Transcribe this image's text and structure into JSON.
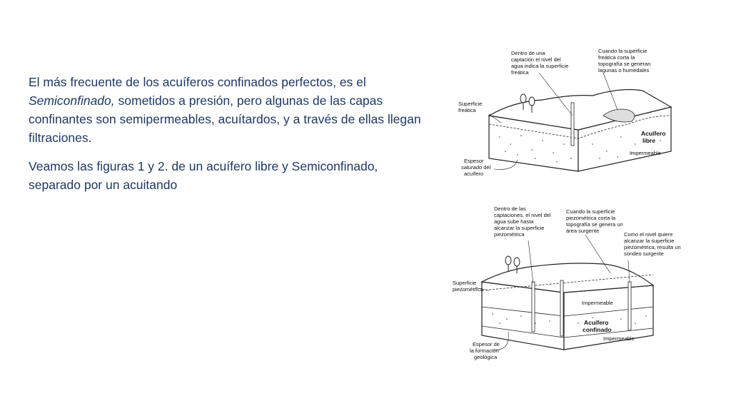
{
  "paragraph1": {
    "part1": "El más frecuente de los acuíferos confinados perfectos, es el ",
    "italic": "Semiconfinado,",
    "part2": " sometidos a presión,  pero algunas de las capas  confinantes son semipermeables, acuítardos, y a través de  ellas llegan filtraciones."
  },
  "paragraph2": "Veamos las figuras 1 y 2. de un acuífero libre y Semiconfinado, separado por un  acuitando",
  "figure1": {
    "label_dentro": [
      "Dentro de una",
      "captación el nivel del",
      "agua indica la superficie",
      "freática"
    ],
    "label_cuando": [
      "Cuando la superficie",
      "freática corta la",
      "topografía se generan",
      "lagunas o humedales"
    ],
    "label_superficie": [
      "Superficie",
      "freática"
    ],
    "label_acuifero": [
      "Acuífero",
      "libre"
    ],
    "label_impermeable": "Impermeable",
    "label_espesor_1": "Espesor",
    "label_espesor_2": "saturado",
    "label_espesor_2b": " del",
    "label_espesor_3": "acuífero"
  },
  "figure2": {
    "label_dentro": [
      "Dentro de las",
      "captaciones, el nivel del",
      "agua sube hasta",
      "alcanzar la superficie",
      "piezométrica"
    ],
    "label_cuando": [
      "Cuando la superficie",
      "piezométrica corta la",
      "topografía se genera un",
      "área surgente"
    ],
    "label_como": [
      "Como el nivel quiere",
      "alcanzar la superficie",
      "piezométrica, resulta un",
      "sondeo surgente"
    ],
    "label_superficie": [
      "Superficie",
      "piezométrica"
    ],
    "label_impermeable_top": "Impermeable",
    "label_acuifero": [
      "Acuífero",
      "confinado"
    ],
    "label_impermeable_bottom": "Impermeable",
    "label_espesor": [
      "Espesor de",
      "la formación",
      "geológica"
    ]
  }
}
